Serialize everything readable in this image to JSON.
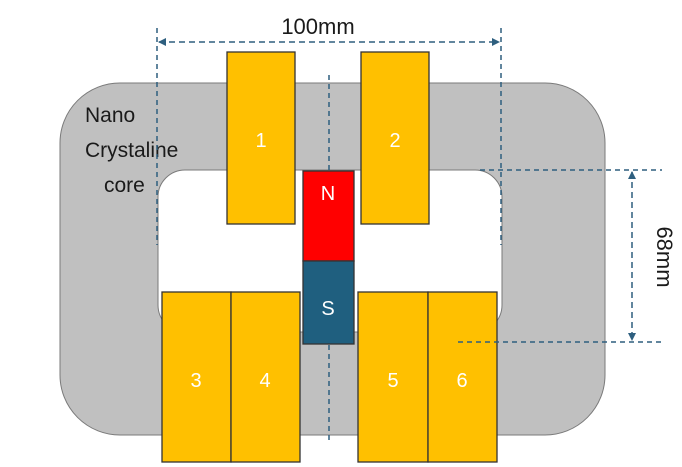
{
  "dimensions": {
    "width_label": "100mm",
    "height_label": "68mm"
  },
  "core_label": {
    "line1": "Nano",
    "line2": "Crystaline",
    "line3": "core"
  },
  "magnet": {
    "north_label": "N",
    "south_label": "S",
    "north_color": "#ff0000",
    "south_color": "#1f5f7f"
  },
  "coils": [
    {
      "label": "1"
    },
    {
      "label": "2"
    },
    {
      "label": "3"
    },
    {
      "label": "4"
    },
    {
      "label": "5"
    },
    {
      "label": "6"
    }
  ],
  "colors": {
    "core": "#c0c0c0",
    "coil": "#ffc000",
    "dimension_line": "#2e5f7f"
  }
}
